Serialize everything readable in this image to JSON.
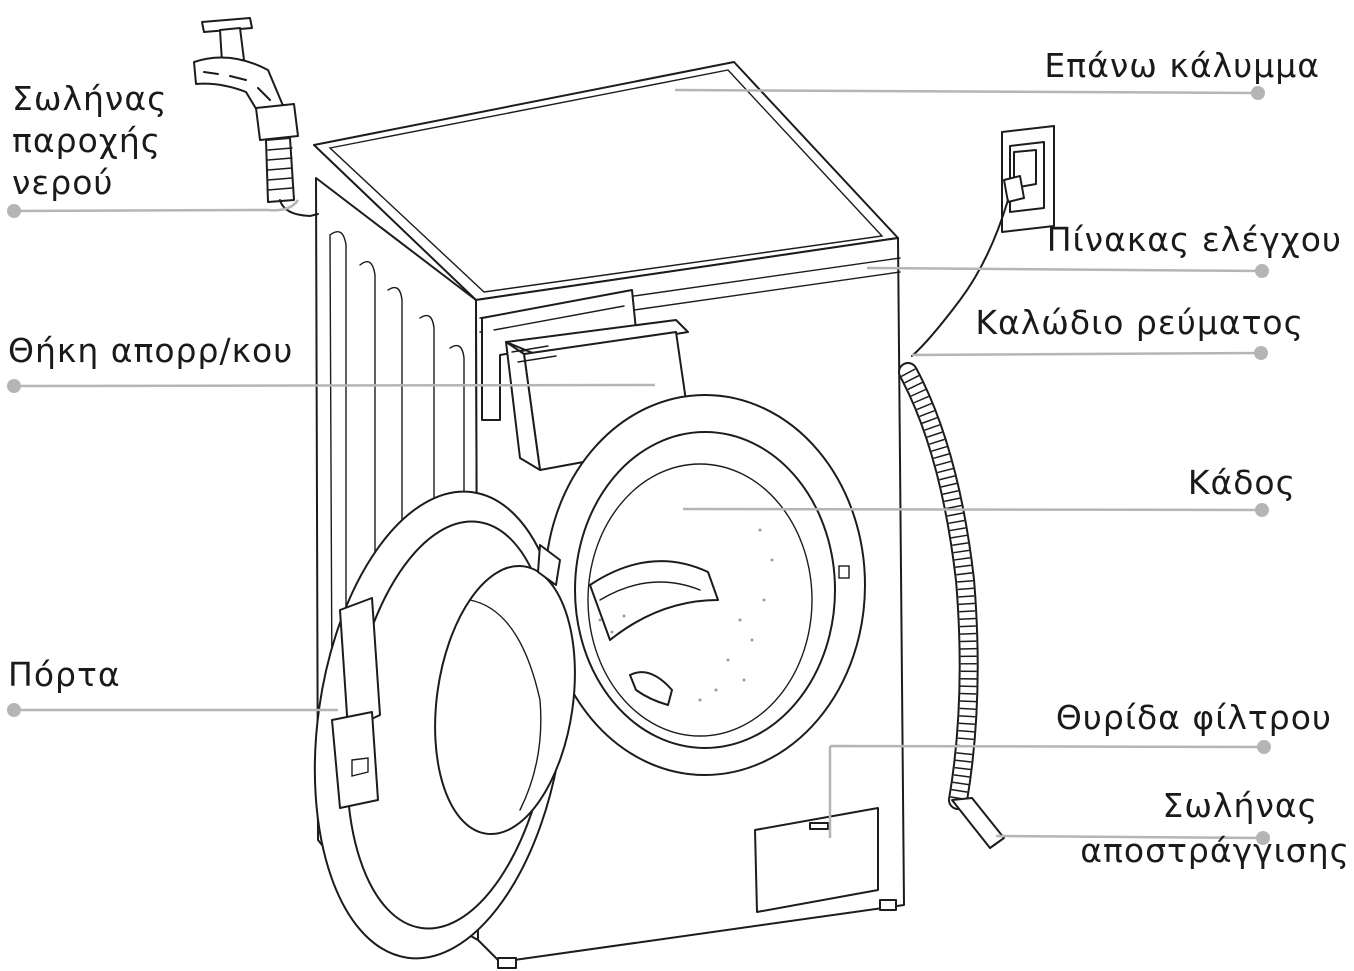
{
  "labels": {
    "top_cover": "Επάνω κάλυμμα",
    "water_hose_1": "Σωλήνας",
    "water_hose_2": "παροχής",
    "water_hose_3": "νερού",
    "control_panel": "Πίνακας ελέγχου",
    "power_cord": "Καλώδιο ρεύματος",
    "detergent_drawer": "Θήκη απορρ/κου",
    "drum": "Κάδος",
    "door": "Πόρτα",
    "filter_cover": "Θυρίδα φίλτρου",
    "drain_hose_1": "Σωλήνας",
    "drain_hose_2": "αποστράγγισης"
  },
  "colors": {
    "line": "#1c1c1c",
    "leader": "#b5b5b5",
    "text": "#1a1a1a"
  }
}
